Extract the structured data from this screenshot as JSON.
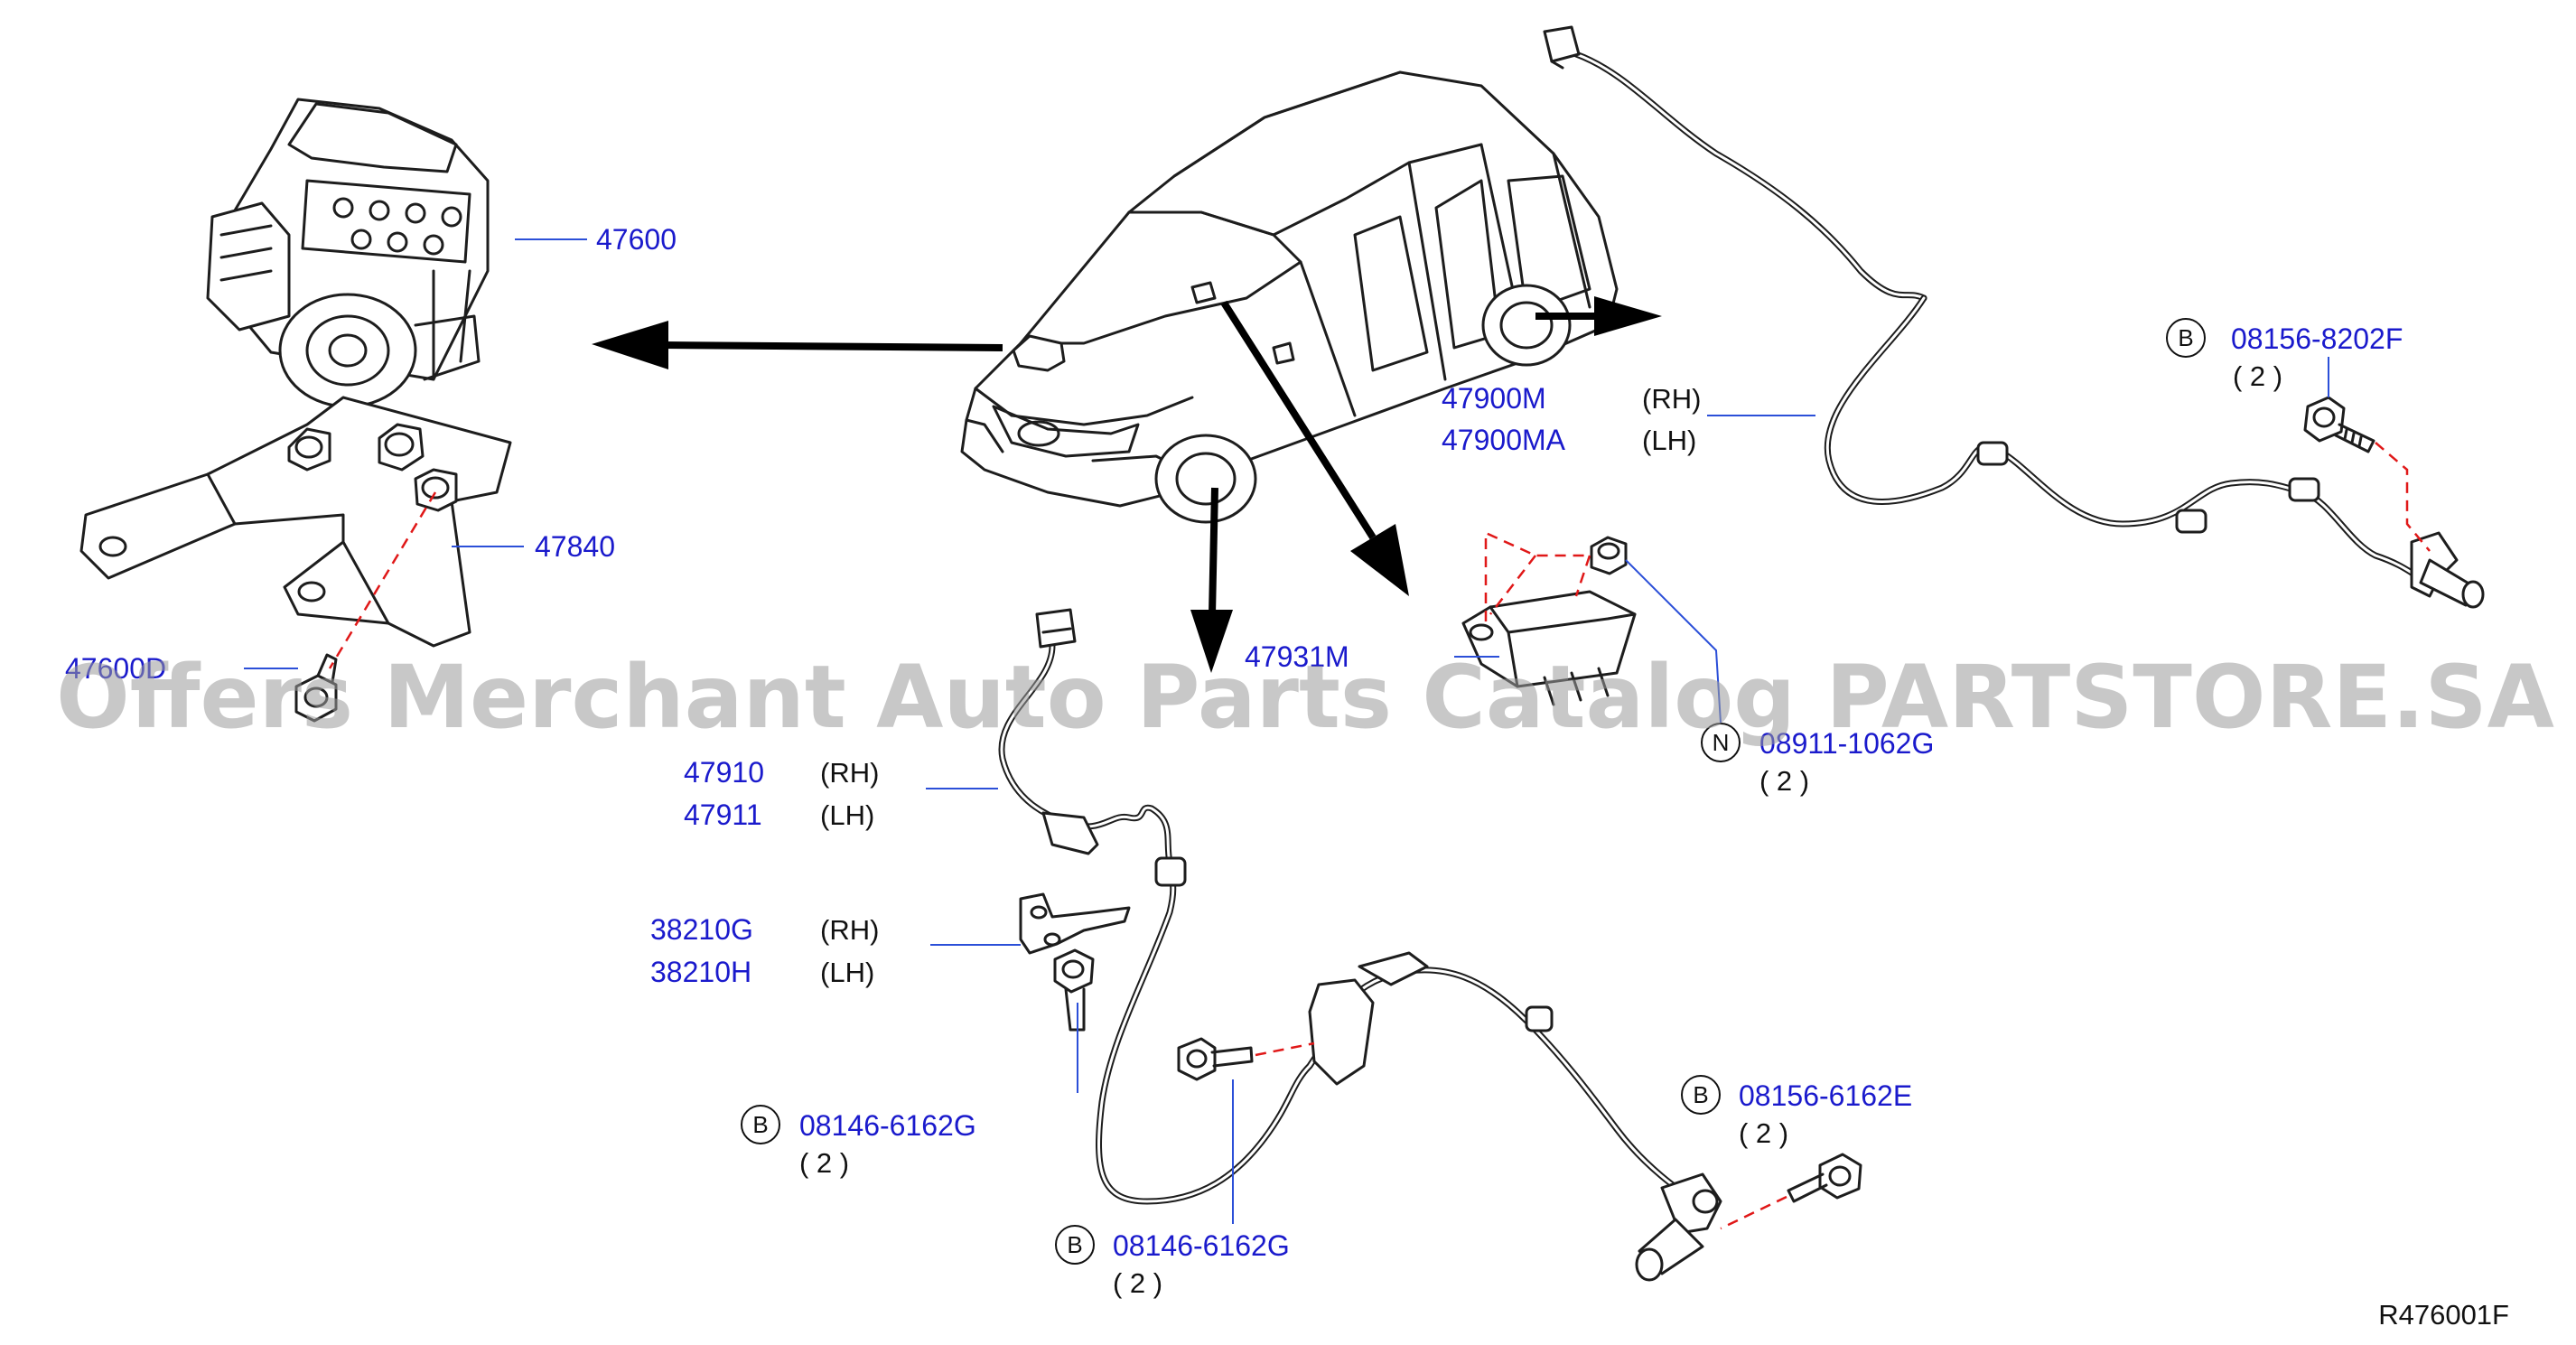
{
  "diagram_ref": "R476001F",
  "watermark": "Offers Merchant Auto Parts Catalog PARTSTORE.SA",
  "callouts": {
    "abs_actuator": {
      "part_no": "47600"
    },
    "bracket": {
      "part_no": "47840"
    },
    "bracket_bolt": {
      "part_no": "47600D"
    },
    "front_sensor": {
      "part_no_rh": "47910",
      "side_rh": "(RH)",
      "part_no_lh": "47911",
      "side_lh": "(LH)"
    },
    "sensor_bracket": {
      "part_no_rh": "38210G",
      "side_rh": "(RH)",
      "part_no_lh": "38210H",
      "side_lh": "(LH)"
    },
    "yaw_sensor": {
      "part_no": "47931M"
    },
    "rear_sensor": {
      "part_no_rh": "47900M",
      "side_rh": "(RH)",
      "part_no_lh": "47900MA",
      "side_lh": "(LH)"
    },
    "bolt_rear": {
      "prefix": "B",
      "part_no": "08156-8202F",
      "qty": "( 2 )"
    },
    "nut_yaw": {
      "prefix": "N",
      "part_no": "08911-1062G",
      "qty": "( 2 )"
    },
    "bolt_bracket": {
      "prefix": "B",
      "part_no": "08146-6162G",
      "qty": "( 2 )"
    },
    "bolt_clip": {
      "prefix": "B",
      "part_no": "08146-6162G",
      "qty": "( 2 )"
    },
    "bolt_front": {
      "prefix": "B",
      "part_no": "08156-6162E",
      "qty": "( 2 )"
    }
  },
  "colors": {
    "part_number": "#1a1acc",
    "leader": "#2b4fd8",
    "dashed_guide": "#e01818",
    "linework": "#1d1d1d"
  }
}
